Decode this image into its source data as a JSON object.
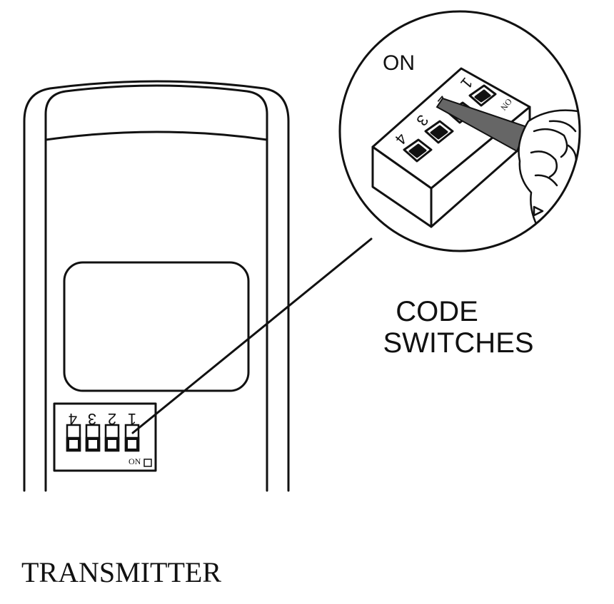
{
  "zoom_label": "ON",
  "callout_label": {
    "line1": "CODE",
    "line2": "SWITCHES"
  },
  "caption": "TRANSMITTER",
  "transmitter_switches": {
    "numbers": [
      "4",
      "3",
      "2",
      "1"
    ],
    "on_label": "ON"
  },
  "zoom_switches": {
    "numbers": [
      "4",
      "3",
      "2",
      "1"
    ],
    "on_label": "ON"
  },
  "colors": {
    "line": "#111111",
    "tool": "#666666",
    "background": "#ffffff"
  }
}
